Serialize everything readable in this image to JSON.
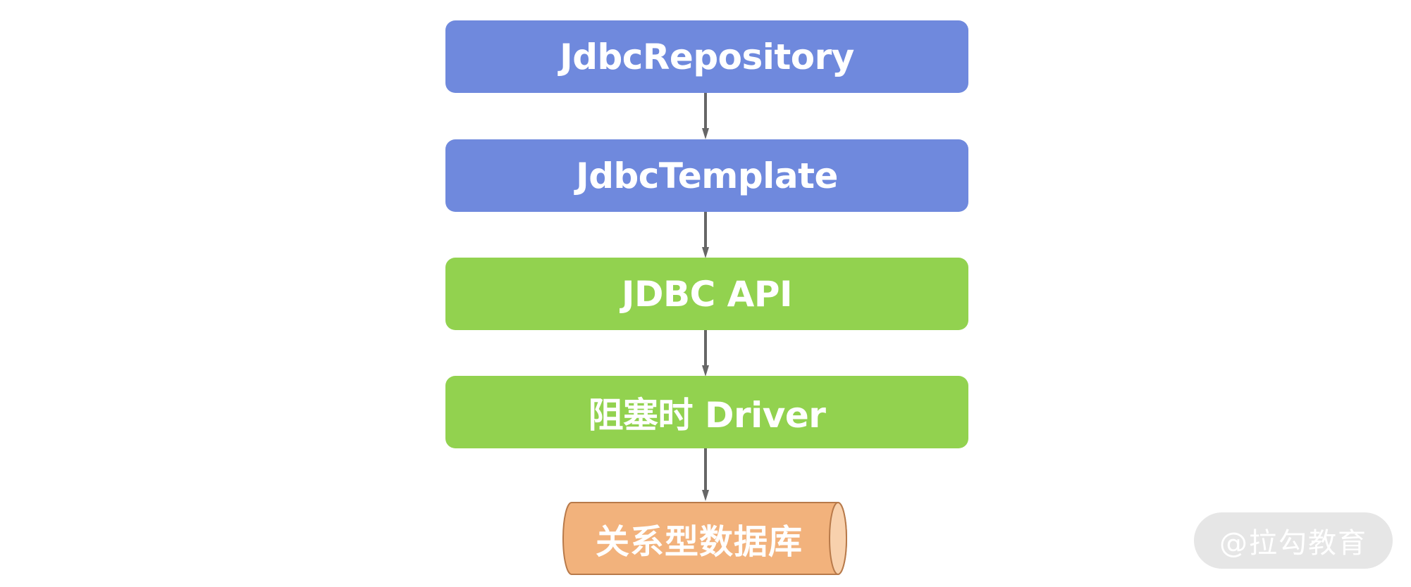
{
  "diagram": {
    "layers": [
      {
        "label": "JdbcRepository",
        "color": "#6f89dd"
      },
      {
        "label": "JdbcTemplate",
        "color": "#6f89dd"
      },
      {
        "label": "JDBC API",
        "color": "#92d24f"
      },
      {
        "label": "阻塞时 Driver",
        "color": "#92d24f"
      }
    ],
    "database": {
      "label": "关系型数据库",
      "color": "#f2b27c"
    },
    "arrow_color": "#666666"
  },
  "watermark": {
    "text": "@拉勾教育"
  }
}
